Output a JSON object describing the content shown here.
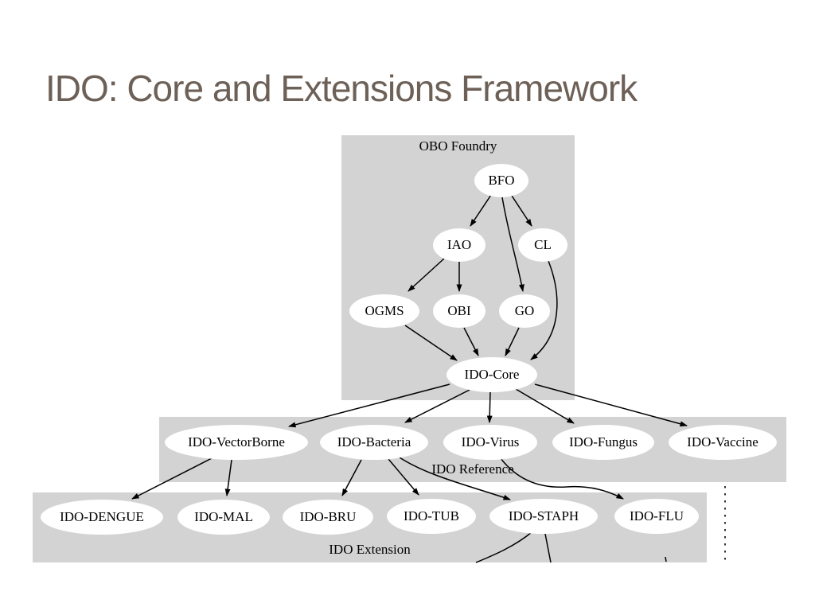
{
  "slide": {
    "title": "IDO: Core and Extensions Framework"
  },
  "colors": {
    "title_text": "#6D6057",
    "cluster_fill": "#D3D3D3",
    "node_fill": "#FFFFFF",
    "edge": "#000000",
    "background": "#FFFFFF"
  },
  "diagram": {
    "clusters": [
      {
        "id": "obo-foundry",
        "label": "OBO Foundry",
        "label_position": "top"
      },
      {
        "id": "ido-reference",
        "label": "IDO Reference",
        "label_position": "bottom"
      },
      {
        "id": "ido-extension",
        "label": "IDO Extension",
        "label_position": "bottom"
      }
    ],
    "nodes": [
      {
        "id": "bfo",
        "label": "BFO",
        "cluster": "OBO Foundry"
      },
      {
        "id": "iao",
        "label": "IAO",
        "cluster": "OBO Foundry"
      },
      {
        "id": "cl",
        "label": "CL",
        "cluster": "OBO Foundry"
      },
      {
        "id": "ogms",
        "label": "OGMS",
        "cluster": "OBO Foundry"
      },
      {
        "id": "obi",
        "label": "OBI",
        "cluster": "OBO Foundry"
      },
      {
        "id": "go",
        "label": "GO",
        "cluster": "OBO Foundry"
      },
      {
        "id": "ido-core",
        "label": "IDO-Core",
        "cluster": "OBO Foundry"
      },
      {
        "id": "ido-vectorborne",
        "label": "IDO-VectorBorne",
        "cluster": "IDO Reference"
      },
      {
        "id": "ido-bacteria",
        "label": "IDO-Bacteria",
        "cluster": "IDO Reference"
      },
      {
        "id": "ido-virus",
        "label": "IDO-Virus",
        "cluster": "IDO Reference"
      },
      {
        "id": "ido-fungus",
        "label": "IDO-Fungus",
        "cluster": "IDO Reference"
      },
      {
        "id": "ido-vaccine",
        "label": "IDO-Vaccine",
        "cluster": "IDO Reference"
      },
      {
        "id": "ido-dengue",
        "label": "IDO-DENGUE",
        "cluster": "IDO Extension"
      },
      {
        "id": "ido-mal",
        "label": "IDO-MAL",
        "cluster": "IDO Extension"
      },
      {
        "id": "ido-bru",
        "label": "IDO-BRU",
        "cluster": "IDO Extension"
      },
      {
        "id": "ido-tub",
        "label": "IDO-TUB",
        "cluster": "IDO Extension"
      },
      {
        "id": "ido-staph",
        "label": "IDO-STAPH",
        "cluster": "IDO Extension"
      },
      {
        "id": "ido-flu",
        "label": "IDO-FLU",
        "cluster": "IDO Extension"
      }
    ],
    "edges": [
      {
        "from": "BFO",
        "to": "IAO"
      },
      {
        "from": "BFO",
        "to": "CL"
      },
      {
        "from": "BFO",
        "to": "GO"
      },
      {
        "from": "IAO",
        "to": "OGMS"
      },
      {
        "from": "IAO",
        "to": "OBI"
      },
      {
        "from": "CL",
        "to": "IDO-Core"
      },
      {
        "from": "OGMS",
        "to": "IDO-Core"
      },
      {
        "from": "OBI",
        "to": "IDO-Core"
      },
      {
        "from": "GO",
        "to": "IDO-Core"
      },
      {
        "from": "IDO-Core",
        "to": "IDO-VectorBorne"
      },
      {
        "from": "IDO-Core",
        "to": "IDO-Bacteria"
      },
      {
        "from": "IDO-Core",
        "to": "IDO-Virus"
      },
      {
        "from": "IDO-Core",
        "to": "IDO-Fungus"
      },
      {
        "from": "IDO-Core",
        "to": "IDO-Vaccine"
      },
      {
        "from": "IDO-VectorBorne",
        "to": "IDO-DENGUE"
      },
      {
        "from": "IDO-VectorBorne",
        "to": "IDO-MAL"
      },
      {
        "from": "IDO-Bacteria",
        "to": "IDO-BRU"
      },
      {
        "from": "IDO-Bacteria",
        "to": "IDO-TUB"
      },
      {
        "from": "IDO-Bacteria",
        "to": "IDO-STAPH"
      },
      {
        "from": "IDO-Virus",
        "to": "IDO-FLU"
      },
      {
        "from": "IDO-STAPH",
        "to": "",
        "note": "line cut off at bottom edge of IDO Extension box"
      },
      {
        "from": "IDO-STAPH",
        "to": "",
        "note": "line cut off at bottom edge of IDO Extension box"
      }
    ],
    "decorations": {
      "dotted_vertical_line": "short dotted vertical line to the right of the IDO Extension box"
    }
  }
}
